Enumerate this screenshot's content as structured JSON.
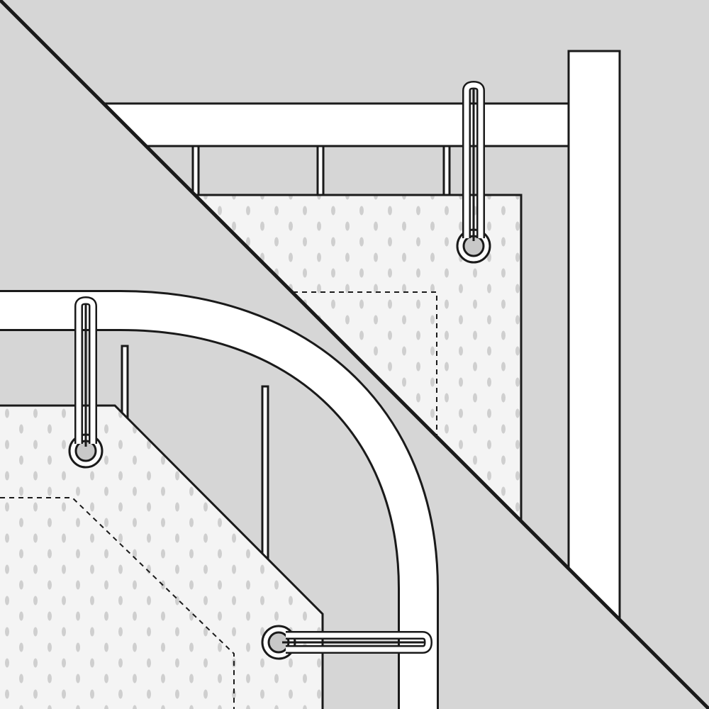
{
  "figure": {
    "panels": [
      {
        "name": "square-corner",
        "description_visible": false
      },
      {
        "name": "rounded-corner",
        "description_visible": false
      }
    ],
    "colors": {
      "background": "#d6d6d6",
      "frame_fill": "#ffffff",
      "stroke": "#1a1a1a",
      "fabric_fill": "#f4f4f4",
      "fabric_dot": "#cfcfcf",
      "grommet_fill": "#c8c8c8"
    },
    "icons": [
      "clip-icon",
      "grommet-icon",
      "fold-line"
    ]
  }
}
